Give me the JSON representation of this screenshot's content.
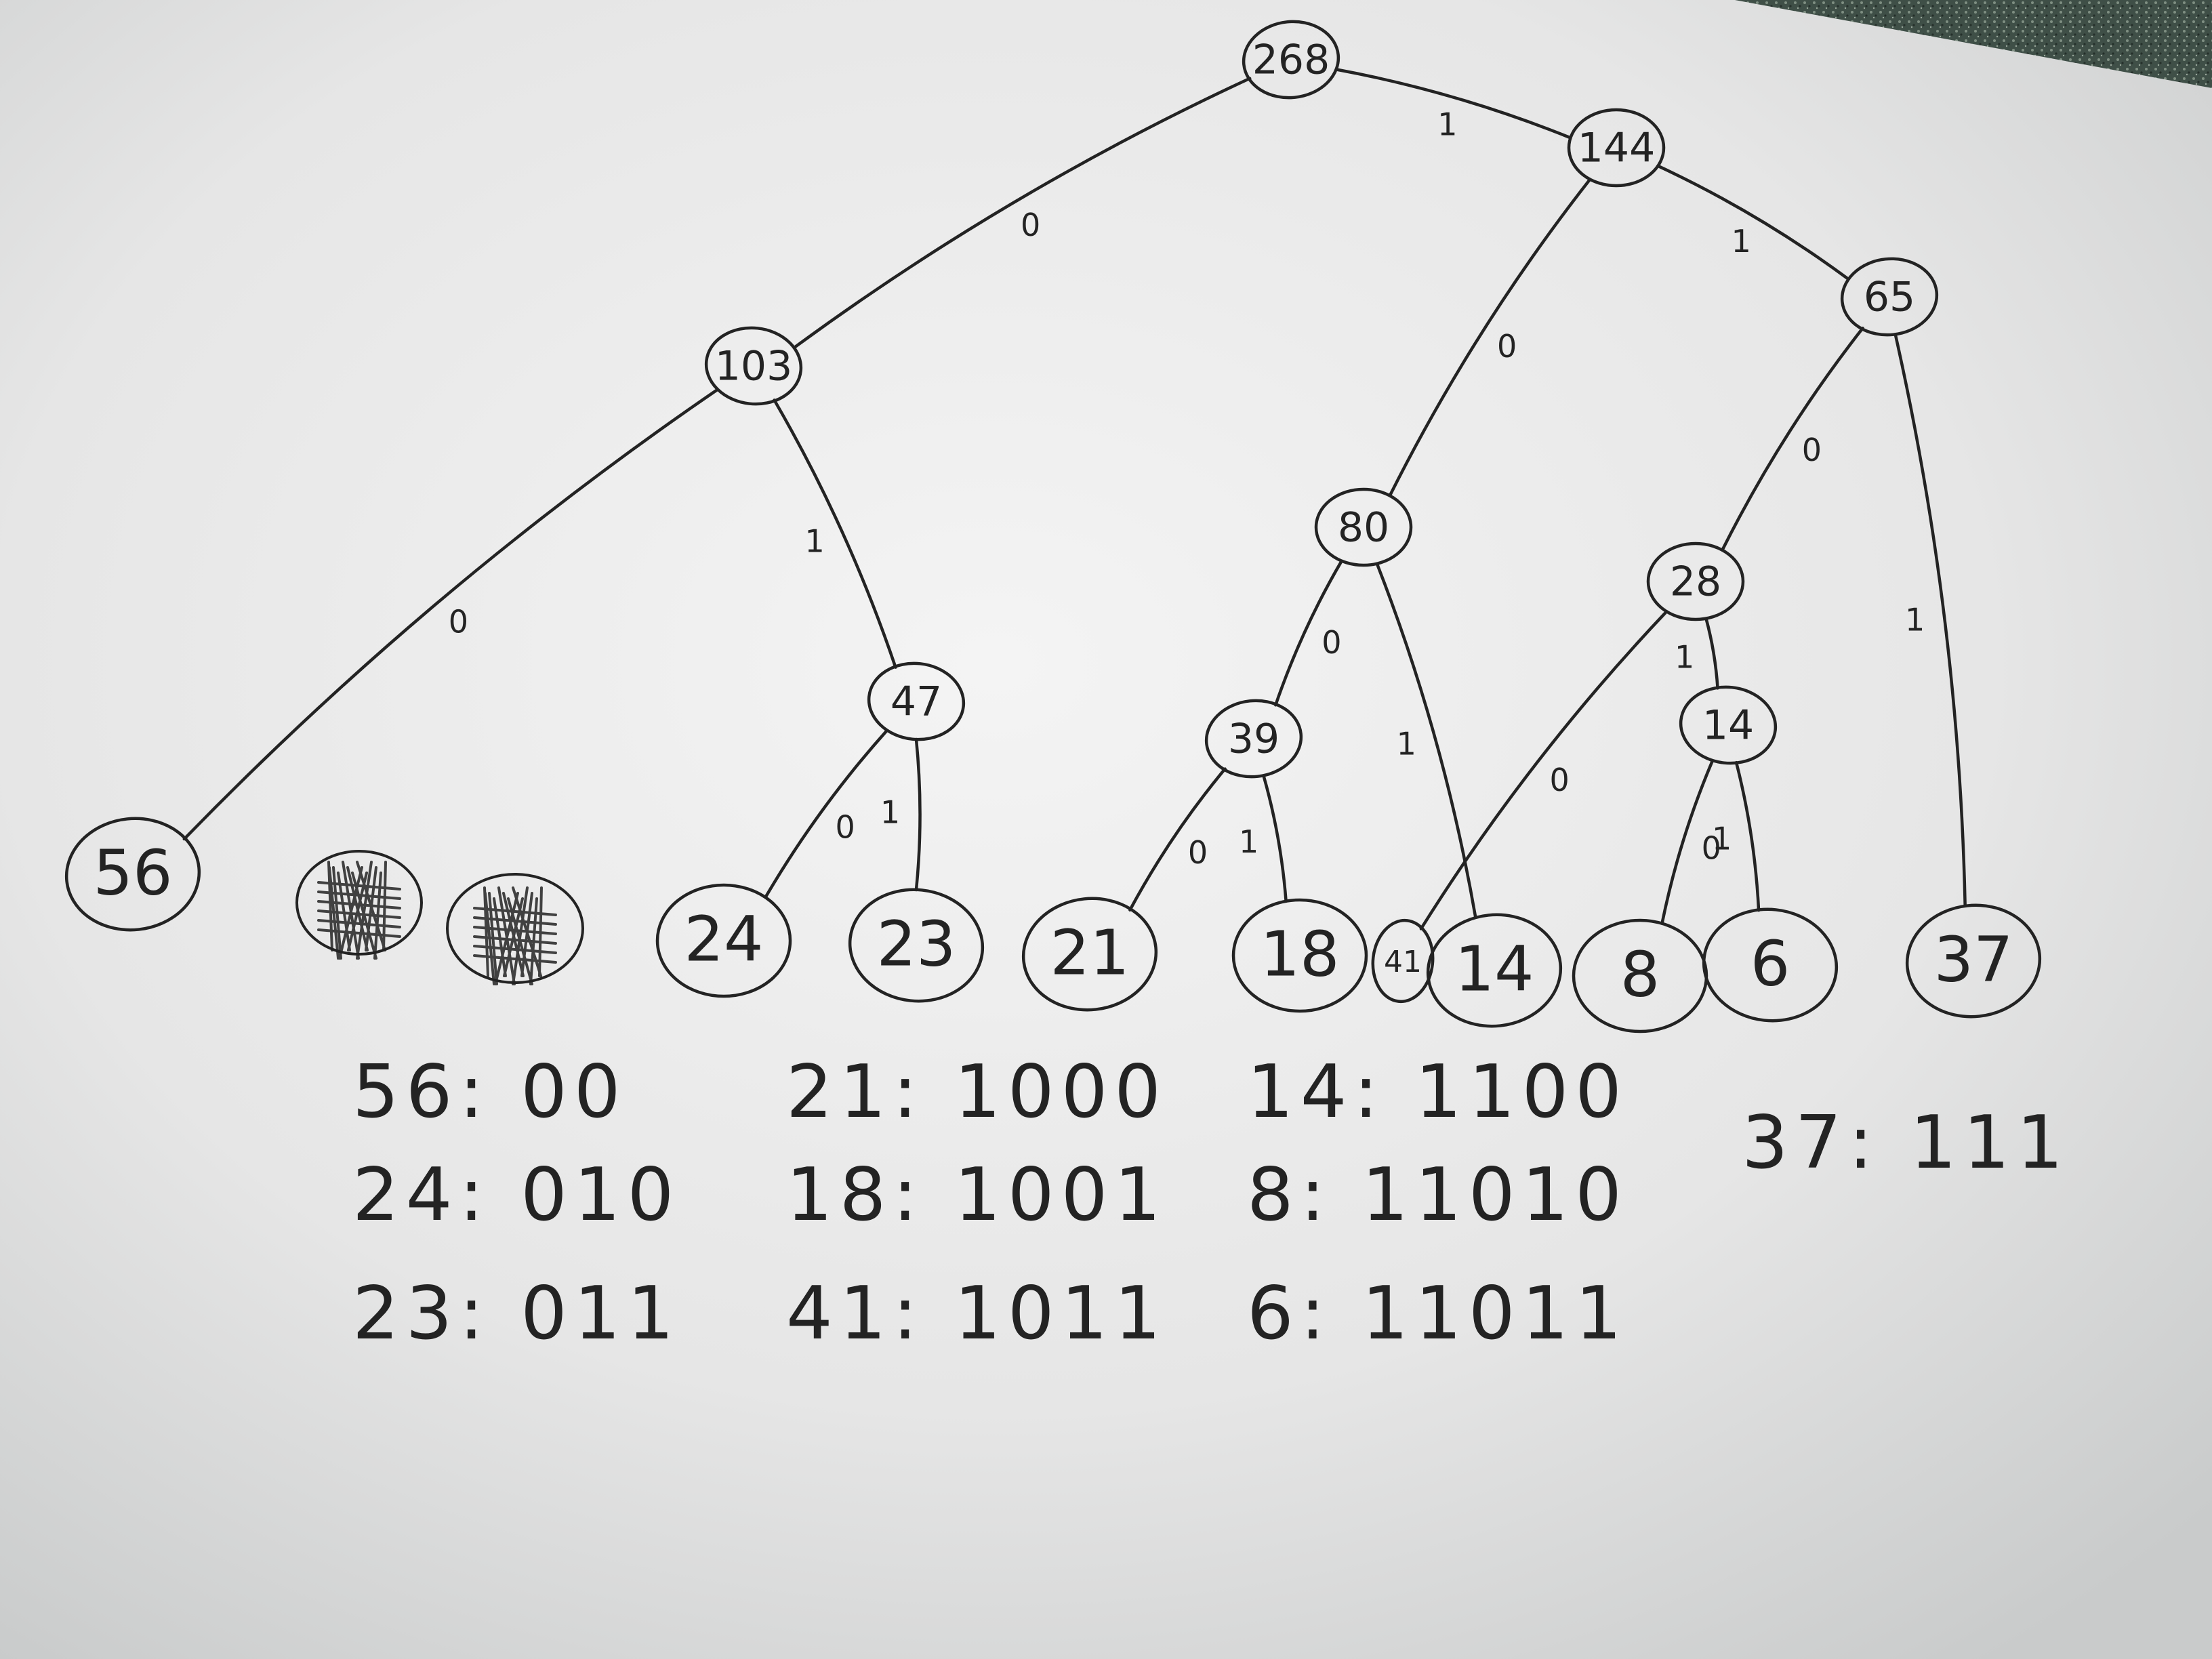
{
  "tree": {
    "internal_nodes": [
      {
        "id": "root",
        "label": "268"
      },
      {
        "id": "n144",
        "label": "144"
      },
      {
        "id": "n103",
        "label": "103"
      },
      {
        "id": "n65",
        "label": "65"
      },
      {
        "id": "n80",
        "label": "80"
      },
      {
        "id": "n47",
        "label": "47"
      },
      {
        "id": "n39",
        "label": "39"
      },
      {
        "id": "n28",
        "label": "28"
      },
      {
        "id": "n14i",
        "label": "14"
      }
    ],
    "leaves": [
      {
        "id": "l56",
        "label": "56"
      },
      {
        "id": "l24",
        "label": "24"
      },
      {
        "id": "l23",
        "label": "23"
      },
      {
        "id": "l21",
        "label": "21"
      },
      {
        "id": "l18",
        "label": "18"
      },
      {
        "id": "l41",
        "label": "41"
      },
      {
        "id": "l14",
        "label": "14"
      },
      {
        "id": "l8",
        "label": "8"
      },
      {
        "id": "l6",
        "label": "6"
      },
      {
        "id": "l37",
        "label": "37"
      }
    ],
    "edges": [
      {
        "from": "root",
        "to": "n103",
        "bit": "0"
      },
      {
        "from": "root",
        "to": "n144",
        "bit": "1"
      },
      {
        "from": "n144",
        "to": "n80",
        "bit": "0"
      },
      {
        "from": "n144",
        "to": "n65",
        "bit": "1"
      },
      {
        "from": "n103",
        "to": "l56",
        "bit": "0"
      },
      {
        "from": "n103",
        "to": "n47",
        "bit": "1"
      },
      {
        "from": "n47",
        "to": "l24",
        "bit": "0"
      },
      {
        "from": "n47",
        "to": "l23",
        "bit": "1"
      },
      {
        "from": "n80",
        "to": "n39",
        "bit": "0"
      },
      {
        "from": "n80",
        "to": "l14",
        "bit": "1"
      },
      {
        "from": "n39",
        "to": "l21",
        "bit": "0"
      },
      {
        "from": "n39",
        "to": "l18",
        "bit": "1"
      },
      {
        "from": "n65",
        "to": "n28",
        "bit": "0"
      },
      {
        "from": "n65",
        "to": "l37",
        "bit": "1"
      },
      {
        "from": "n28",
        "to": "l41",
        "bit": "0"
      },
      {
        "from": "n28",
        "to": "n14i",
        "bit": "1"
      },
      {
        "from": "n14i",
        "to": "l8",
        "bit": "0"
      },
      {
        "from": "n14i",
        "to": "l6",
        "bit": "1"
      }
    ],
    "scribbled_nodes": [
      {
        "id": "s1",
        "label": "scribbled-out"
      },
      {
        "id": "s2",
        "label": "scribbled-out"
      }
    ]
  },
  "codes": [
    [
      "56: 00",
      "24: 010",
      "23: 011"
    ],
    [
      "21: 1000",
      "18: 1001",
      "41: 1011"
    ],
    [
      "14: 1100",
      "8: 11010",
      "6: 11011"
    ],
    [
      "37: 111"
    ]
  ],
  "colors": {
    "paper": "#eeeeee",
    "ink": "#232323",
    "desk": "#4a5a52"
  }
}
